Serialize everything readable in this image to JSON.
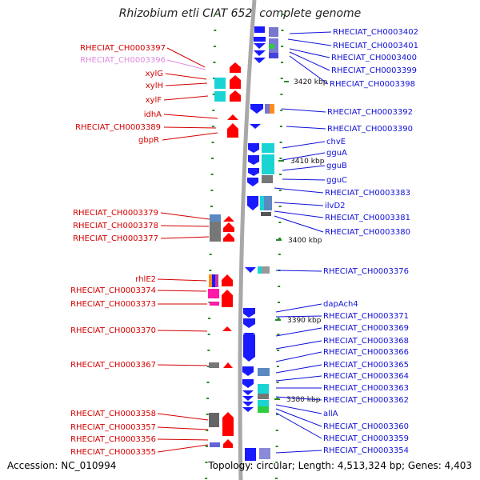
{
  "title": "Rhizobium etli CIAT 652, complete genome",
  "footer": {
    "accession": "Accession: NC_010994",
    "summary": "Topology: circular; Length: 4,513,324 bp; Genes: 4,403"
  },
  "scale_labels": [
    "3420 kbp",
    "3410 kbp",
    "3400 kbp",
    "3390 kbp",
    "3380 kbp"
  ],
  "left_labels": [
    {
      "text": "RHECIAT_CH0003397",
      "style": "red"
    },
    {
      "text": "RHECIAT_CH0003396",
      "style": "pink"
    },
    {
      "text": "xylG",
      "style": "red"
    },
    {
      "text": "xylH",
      "style": "red"
    },
    {
      "text": "xylF",
      "style": "red"
    },
    {
      "text": "idhA",
      "style": "red"
    },
    {
      "text": "RHECIAT_CH0003389",
      "style": "red"
    },
    {
      "text": "gbpR",
      "style": "red"
    },
    {
      "text": "RHECIAT_CH0003379",
      "style": "red"
    },
    {
      "text": "RHECIAT_CH0003378",
      "style": "red"
    },
    {
      "text": "RHECIAT_CH0003377",
      "style": "red"
    },
    {
      "text": "rhlE2",
      "style": "red"
    },
    {
      "text": "RHECIAT_CH0003374",
      "style": "red"
    },
    {
      "text": "RHECIAT_CH0003373",
      "style": "red"
    },
    {
      "text": "RHECIAT_CH0003370",
      "style": "red"
    },
    {
      "text": "RHECIAT_CH0003367",
      "style": "red"
    },
    {
      "text": "RHECIAT_CH0003358",
      "style": "red"
    },
    {
      "text": "RHECIAT_CH0003357",
      "style": "red"
    },
    {
      "text": "RHECIAT_CH0003356",
      "style": "red"
    },
    {
      "text": "RHECIAT_CH0003355",
      "style": "red"
    }
  ],
  "right_labels": [
    {
      "text": "RHECIAT_CH0003402"
    },
    {
      "text": "RHECIAT_CH0003401"
    },
    {
      "text": "RHECIAT_CH0003400"
    },
    {
      "text": "RHECIAT_CH0003399"
    },
    {
      "text": "RHECIAT_CH0003398"
    },
    {
      "text": "RHECIAT_CH0003392"
    },
    {
      "text": "RHECIAT_CH0003390"
    },
    {
      "text": "chvE"
    },
    {
      "text": "gguA"
    },
    {
      "text": "gguB"
    },
    {
      "text": "gguC"
    },
    {
      "text": "RHECIAT_CH0003383"
    },
    {
      "text": "ilvD2"
    },
    {
      "text": "RHECIAT_CH0003381"
    },
    {
      "text": "RHECIAT_CH0003380"
    },
    {
      "text": "RHECIAT_CH0003376"
    },
    {
      "text": "dapAch4"
    },
    {
      "text": "RHECIAT_CH0003371"
    },
    {
      "text": "RHECIAT_CH0003369"
    },
    {
      "text": "RHECIAT_CH0003368"
    },
    {
      "text": "RHECIAT_CH0003366"
    },
    {
      "text": "RHECIAT_CH0003365"
    },
    {
      "text": "RHECIAT_CH0003364"
    },
    {
      "text": "RHECIAT_CH0003363"
    },
    {
      "text": "RHECIAT_CH0003362"
    },
    {
      "text": "allA"
    },
    {
      "text": "RHECIAT_CH0003360"
    },
    {
      "text": "RHECIAT_CH0003359"
    },
    {
      "text": "RHECIAT_CH0003354"
    }
  ],
  "colors": {
    "forward_strand": "#1a1aff",
    "reverse_strand": "#ff0000",
    "backbone": "#a8a8a8",
    "tick": "#2a8a2a",
    "label_red": "#d40000",
    "label_pink": "#e08ae0",
    "label_blue": "#1010d8"
  }
}
